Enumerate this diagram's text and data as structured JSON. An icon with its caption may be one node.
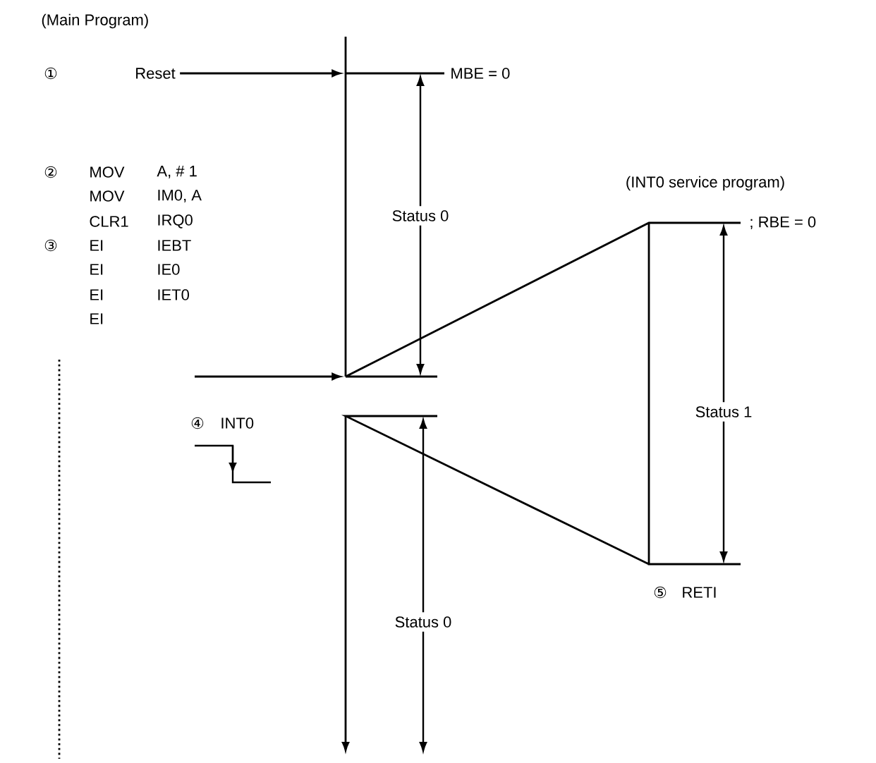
{
  "diagram": {
    "nodes": [
      {
        "text": [
          "Reset"
        ]
      },
      {
        "text": [],
        "shape": "bar"
      }
    ],
    "edges": [
      {
        "from": 0,
        "to": 1,
        "arrow": "to"
      },
      {
        "from": null,
        "to": 1,
        "arrow": "to"
      }
    ],
    "labels": [
      "(Main Program)",
      "①",
      "MBE = 0",
      "②",
      "MOV",
      "A, # 1",
      "MOV",
      "IM0, A",
      "CLR1",
      "IRQ0",
      "③",
      "EI",
      "IEBT",
      "EI",
      "IE0",
      "EI",
      "IET0",
      "EI",
      "(INT0 service program)",
      "; RBE = 0",
      "Status 0",
      "Status 1",
      "④",
      "INT0",
      "⑤",
      "RETI",
      "Status 0"
    ]
  }
}
